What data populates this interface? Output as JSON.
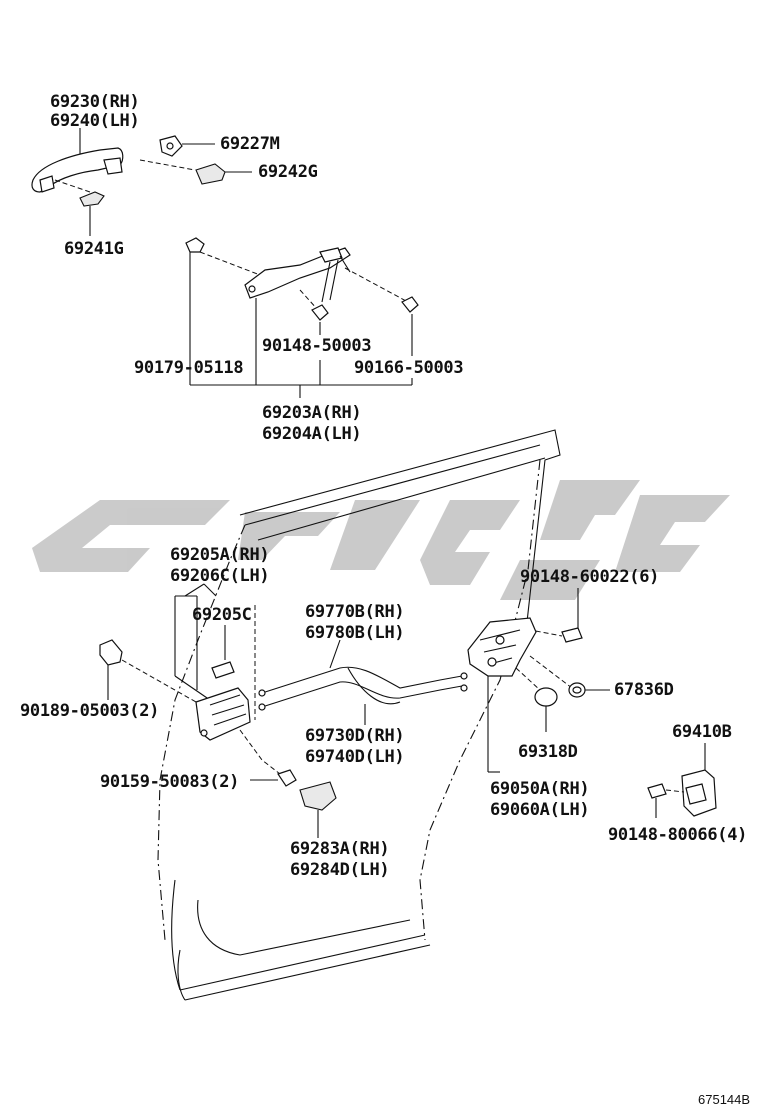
{
  "figure_number": "675144B",
  "watermark": {
    "color": "#c8c8c8"
  },
  "labels": {
    "handle_rh": "69230(RH)",
    "handle_lh": "69240(LH)",
    "cover": "69227M",
    "pad_front": "69242G",
    "pad_rear": "69241G",
    "frame_bolt_1": "90179-05118",
    "frame_bolt_2": "90148-50003",
    "frame_bolt_3": "90166-50003",
    "frame_rh": "69203A(RH)",
    "frame_lh": "69204A(LH)",
    "inside_handle_rh": "69205A(RH)",
    "inside_handle_lh": "69206C(LH)",
    "inside_handle_sub": "69205C",
    "cable_rh": "69770B(RH)",
    "cable_lh": "69780B(LH)",
    "lock_screw": "90148-60022(6)",
    "clip": "90189-05003(2)",
    "lock_cable_rh": "69730D(RH)",
    "lock_cable_lh": "69740D(LH)",
    "plug": "69318D",
    "bumper": "67836D",
    "lock_rh": "69050A(RH)",
    "lock_lh": "69060A(LH)",
    "screw_2": "90159-50083(2)",
    "striker": "69410B",
    "striker_screw": "90148-80066(4)",
    "bezel_rh": "69283A(RH)",
    "bezel_lh": "69284D(LH)"
  }
}
